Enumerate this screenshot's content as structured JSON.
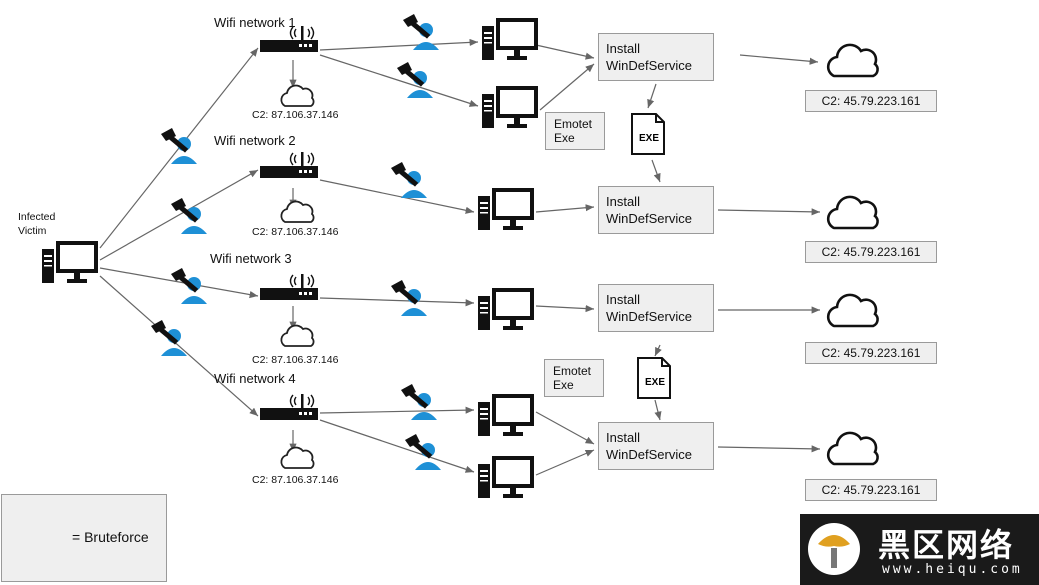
{
  "victim": {
    "label_line1": "Infected",
    "label_line2": "Victim"
  },
  "networks": [
    {
      "name": "Wifi network 1",
      "c2": "C2: 87.106.37.146"
    },
    {
      "name": "Wifi network 2",
      "c2": "C2: 87.106.37.146"
    },
    {
      "name": "Wifi network 3",
      "c2": "C2: 87.106.37.146"
    },
    {
      "name": "Wifi network 4",
      "c2": "C2: 87.106.37.146"
    }
  ],
  "install": {
    "line1": "Install",
    "line2": "WinDefService"
  },
  "emotet": {
    "line1": "Emotet",
    "line2": "Exe"
  },
  "exe_label": "EXE",
  "c2_servers": [
    "C2: 45.79.223.161",
    "C2: 45.79.223.161",
    "C2: 45.79.223.161",
    "C2: 45.79.223.161"
  ],
  "legend": {
    "text": "= Bruteforce",
    "icon": "bruteforce-icon"
  },
  "watermark": {
    "cn": "黑区网络",
    "url": "www.heiqu.com"
  },
  "icons": {
    "computer": "computer-icon",
    "router": "router-icon",
    "cloud": "cloud-icon",
    "file": "exe-file-icon",
    "attacker": "bruteforce-icon"
  },
  "colors": {
    "user_blue": "#1e90d6",
    "box_fill": "#efefef",
    "box_border": "#9a9a9a",
    "line": "#666666"
  }
}
